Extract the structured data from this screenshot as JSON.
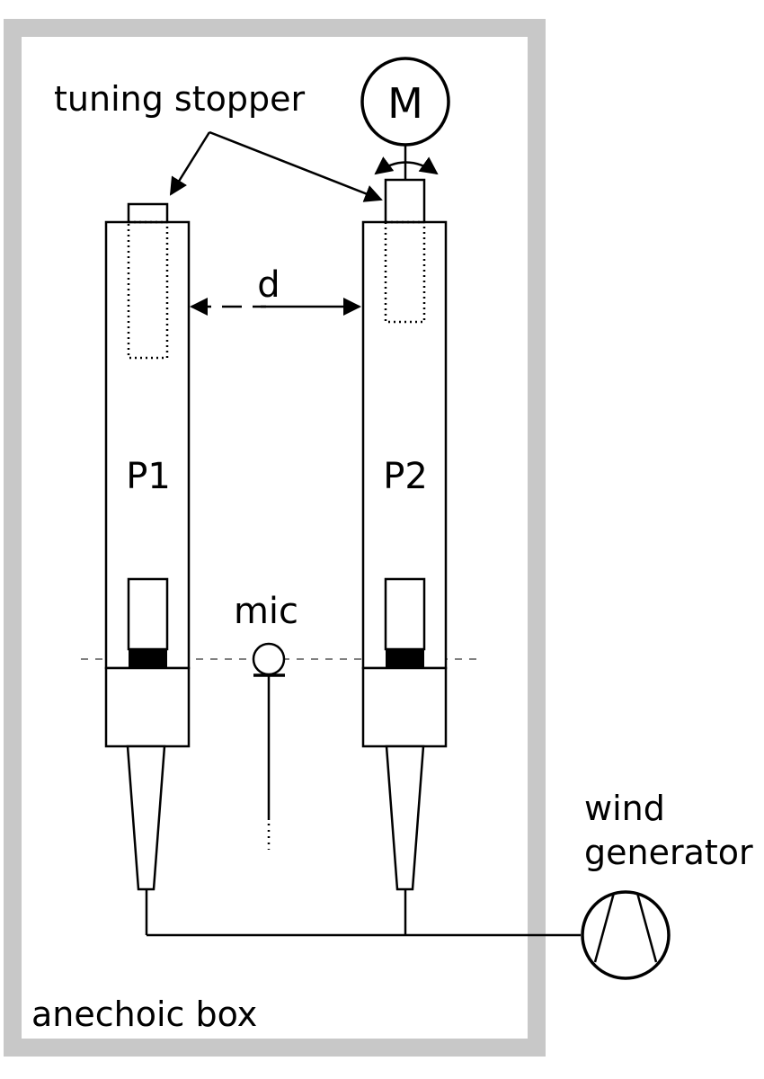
{
  "labels": {
    "tuning_stopper": "tuning stopper",
    "motor": "M",
    "distance": "d",
    "pipe1": "P1",
    "pipe2": "P2",
    "mic": "mic",
    "wind_generator_line1": "wind",
    "wind_generator_line2": "generator",
    "anechoic_box": "anechoic box"
  },
  "colors": {
    "box_border": "#c8c8c8",
    "stroke": "#000000",
    "background": "#ffffff"
  }
}
